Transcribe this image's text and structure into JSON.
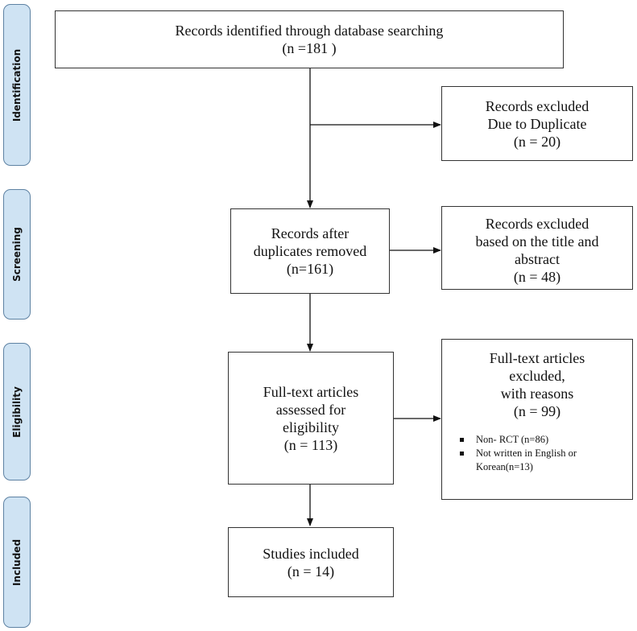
{
  "phases": [
    {
      "id": "identification",
      "label": "Identification"
    },
    {
      "id": "screening",
      "label": "Screening"
    },
    {
      "id": "eligibility",
      "label": "Eligibility"
    },
    {
      "id": "included",
      "label": "Included"
    }
  ],
  "boxes": {
    "identified": {
      "lines": [
        "Records identified through database searching",
        "(n =181 )"
      ]
    },
    "excluded_duplicate": {
      "lines": [
        "Records excluded",
        "Due to Duplicate",
        "(n = 20)"
      ]
    },
    "after_duplicates": {
      "lines": [
        "Records after",
        "duplicates removed",
        "(n=161)"
      ]
    },
    "excluded_title": {
      "lines": [
        "Records excluded",
        "based on the title and",
        "abstract",
        "(n = 48)"
      ]
    },
    "fulltext_assessed": {
      "lines": [
        "Full-text articles",
        "assessed for",
        "eligibility",
        "(n = 113)"
      ]
    },
    "fulltext_excluded": {
      "lines": [
        "Full-text articles",
        "excluded,",
        "with reasons",
        "(n = 99)"
      ],
      "reasons": [
        "Non- RCT (n=86)",
        "Not written in English or Korean(n=13)"
      ]
    },
    "included": {
      "lines": [
        "Studies included",
        "(n = 14)"
      ]
    }
  }
}
